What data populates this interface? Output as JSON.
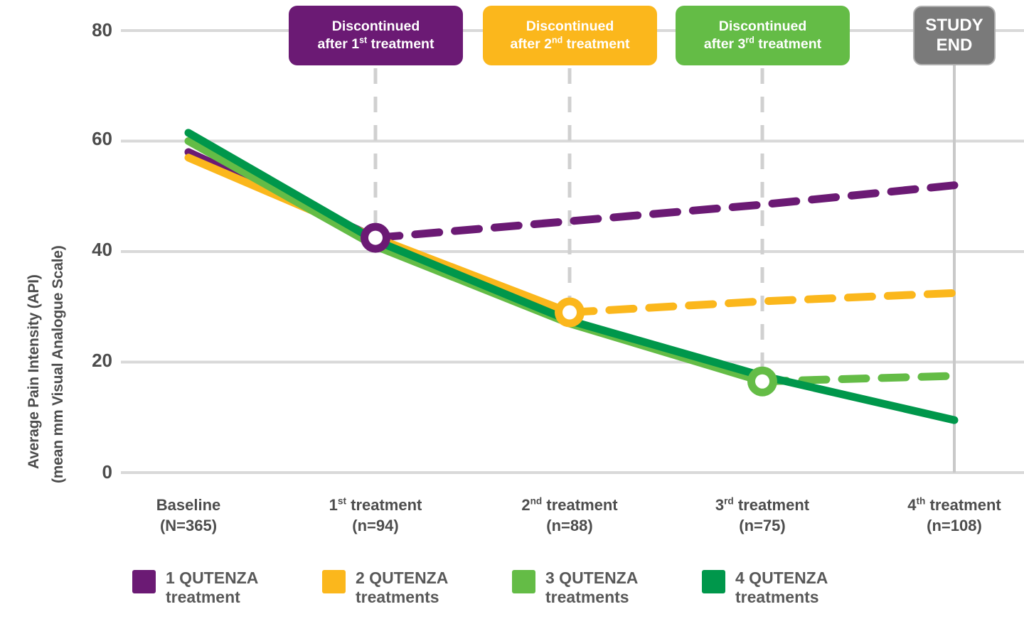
{
  "chart_data": {
    "type": "line",
    "title": "",
    "xlabel": "",
    "ylabel": "Average Pain Intensity (API) (mean mm Visual Analogue Scale)",
    "ylim": [
      0,
      80
    ],
    "yticks": [
      0,
      20,
      40,
      60,
      80
    ],
    "grid": true,
    "legend_position": "bottom",
    "categories": [
      "Baseline",
      "1st treatment",
      "2nd treatment",
      "3rd treatment",
      "4th treatment"
    ],
    "category_counts": [
      "N=365",
      "n=94",
      "n=88",
      "n=75",
      "n=108"
    ],
    "series": [
      {
        "name": "1 QUTENZA treatment",
        "color": "#6B1A74",
        "solid_values": [
          58,
          42.5
        ],
        "dashed_values": [
          42.5,
          45.5,
          48.5,
          52
        ],
        "marker_at": "1st treatment",
        "marker_value": 42.5
      },
      {
        "name": "2 QUTENZA treatments",
        "color": "#FBB71C",
        "solid_values": [
          57,
          42.5,
          29
        ],
        "dashed_values": [
          29,
          31,
          32.5
        ],
        "marker_at": "2nd treatment",
        "marker_value": 29
      },
      {
        "name": "3 QUTENZA treatments",
        "color": "#64BC46",
        "solid_values": [
          60,
          41,
          27,
          16.5
        ],
        "dashed_values": [
          16.5,
          17.5,
          17.5
        ],
        "marker_at": "3rd treatment",
        "marker_value": 16.5
      },
      {
        "name": "4 QUTENZA treatments",
        "color": "#00974B",
        "solid_values": [
          61.5,
          42,
          27.5,
          17.5,
          9.5
        ],
        "dashed_values": [],
        "marker_at": null,
        "marker_value": null
      }
    ]
  },
  "y_axis": {
    "title_line1": "Average Pain Intensity (API)",
    "title_line2": "(mean mm Visual Analogue Scale)",
    "ticks": [
      "80",
      "60",
      "40",
      "20",
      "0"
    ]
  },
  "banners": [
    {
      "line1": "Discontinued",
      "line2_pre": "after 1",
      "line2_sup": "st",
      "line2_post": " treatment",
      "color": "#6B1A74"
    },
    {
      "line1": "Discontinued",
      "line2_pre": "after 2",
      "line2_sup": "nd",
      "line2_post": " treatment",
      "color": "#FBB71C"
    },
    {
      "line1": "Discontinued",
      "line2_pre": "after 3",
      "line2_sup": "rd",
      "line2_post": " treatment",
      "color": "#64BC46"
    }
  ],
  "study_end": {
    "line1": "STUDY",
    "line2": "END"
  },
  "x_axis": {
    "labels": [
      {
        "main_pre": "Baseline",
        "main_sup": "",
        "main_post": "",
        "count": "(N=365)"
      },
      {
        "main_pre": "1",
        "main_sup": "st",
        "main_post": " treatment",
        "count": "(n=94)"
      },
      {
        "main_pre": "2",
        "main_sup": "nd",
        "main_post": " treatment",
        "count": "(n=88)"
      },
      {
        "main_pre": "3",
        "main_sup": "rd",
        "main_post": " treatment",
        "count": "(n=75)"
      },
      {
        "main_pre": "4",
        "main_sup": "th",
        "main_post": " treatment",
        "count": "(n=108)"
      }
    ]
  },
  "legend": {
    "items": [
      {
        "color": "#6B1A74",
        "line1": "1 QUTENZA",
        "line2": "treatment"
      },
      {
        "color": "#FBB71C",
        "line1": "2 QUTENZA",
        "line2": "treatments"
      },
      {
        "color": "#64BC46",
        "line1": "3 QUTENZA",
        "line2": "treatments"
      },
      {
        "color": "#00974B",
        "line1": "4 QUTENZA",
        "line2": "treatments"
      }
    ]
  },
  "colors": {
    "purple": "#6B1A74",
    "yellow": "#FBB71C",
    "light_green": "#64BC46",
    "dark_green": "#00974B",
    "grid": "#d9d9d9",
    "text": "#4d4d4d",
    "study_end_bg": "#7a7a7a"
  }
}
